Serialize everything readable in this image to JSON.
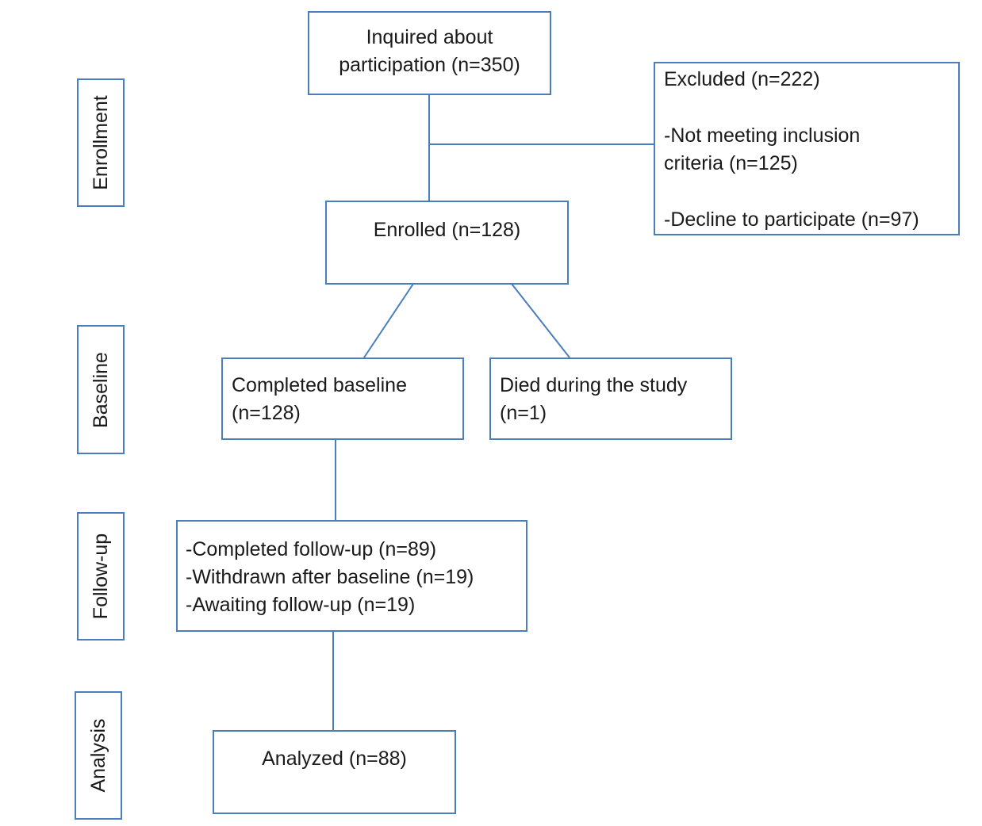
{
  "stages": {
    "enrollment": "Enrollment",
    "baseline": "Baseline",
    "follow_up": "Follow-up",
    "analysis": "Analysis"
  },
  "inquired": {
    "line1": "Inquired about",
    "line2": "participation (n=350)"
  },
  "excluded": {
    "title": "Excluded (n=222)",
    "reason1_line1": "-Not meeting inclusion",
    "reason1_line2": "criteria (n=125)",
    "reason2": "-Decline to participate (n=97)"
  },
  "enrolled": {
    "label": "Enrolled (n=128)"
  },
  "completed_baseline": {
    "line1": "Completed baseline",
    "line2": "(n=128)"
  },
  "died": {
    "line1": "Died during the study",
    "line2": "(n=1)"
  },
  "follow_up_box": {
    "item1": "-Completed follow-up (n=89)",
    "item2": "-Withdrawn after baseline (n=19)",
    "item3": "-Awaiting follow-up (n=19)"
  },
  "analyzed": {
    "label": "Analyzed (n=88)"
  },
  "colors": {
    "border": "#4a7ebb",
    "text": "#1a1a1a",
    "background": "#ffffff"
  }
}
